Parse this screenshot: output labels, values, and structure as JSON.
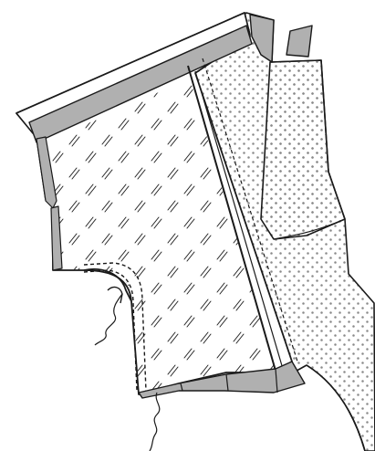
{
  "diagram": {
    "kind": "sewing-pattern-illustration",
    "colors": {
      "background": "#ffffff",
      "line": "#1a1a1a",
      "seam_allowance_fill": "#b0b0b0",
      "wrong_side_fill": "#ffffff",
      "dot_fill": "#8a8a8a",
      "hatch": "#222222"
    },
    "elements": [
      "main-garment-panel",
      "interfacing-hatch-pattern",
      "dotted-fabric-panel",
      "top-binding-strip",
      "shoulder-seam-allowance",
      "hem-seam-allowance",
      "curved-neckline-stitching",
      "fold-line",
      "loose-thread-left",
      "loose-thread-bottom"
    ]
  }
}
